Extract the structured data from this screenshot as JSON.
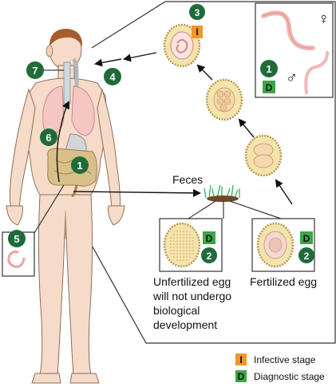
{
  "colors": {
    "step_circle": "#1f6b3a",
    "infective": "#f2962a",
    "diagnostic": "#3aa648",
    "skin": "#f6dcc8",
    "egg_shell": "#f5e3ad",
    "worm": "#f2b8b3",
    "lung": "#f4c7c3",
    "gut": "#c9c9c9",
    "hair": "#a85b2b"
  },
  "steps": {
    "s1a": "1",
    "s1b": "1",
    "s2a": "2",
    "s2b": "2",
    "s3": "3",
    "s4": "4",
    "s5": "5",
    "s6": "6",
    "s7": "7"
  },
  "badges": {
    "infective_letter": "I",
    "diagnostic_letter": "D"
  },
  "labels": {
    "feces": "Feces",
    "unfertilized_line1": "Unfertilized egg",
    "unfertilized_line2": "will not undergo",
    "unfertilized_line3": "biological",
    "unfertilized_line4": "development",
    "fertilized": "Fertilized egg"
  },
  "legend": {
    "infective": "Infective stage",
    "diagnostic": "Diagnostic stage"
  },
  "sex_symbols": {
    "female": "♀",
    "male": "♂"
  }
}
